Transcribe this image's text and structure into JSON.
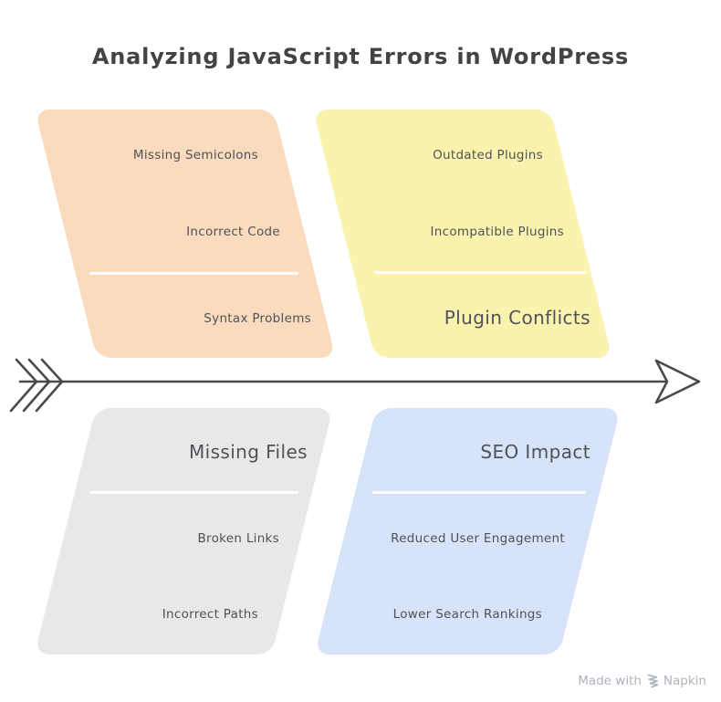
{
  "title": "Analyzing JavaScript Errors in WordPress",
  "colors": {
    "background": "#FFFFFF",
    "branch_top_left": "#FADBBE",
    "branch_top_right": "#FBF2AE",
    "branch_bottom_left": "#E8E8E8",
    "branch_bottom_right": "#D7E3F8",
    "text": "#4F5257",
    "title_text": "#434343",
    "spine_arrow": "#4A4A4A",
    "divider": "#FFFFFF",
    "watermark": "#AEB3BD"
  },
  "quadrants": [
    {
      "position": "top-left",
      "label": "Syntax Problems",
      "items": [
        "Missing Semicolons",
        "Incorrect Code"
      ]
    },
    {
      "position": "top-right",
      "label": "Plugin Conflicts",
      "items": [
        "Outdated Plugins",
        "Incompatible Plugins"
      ]
    },
    {
      "position": "bottom-left",
      "label": "Missing Files",
      "items": [
        "Broken Links",
        "Incorrect Paths"
      ]
    },
    {
      "position": "bottom-right",
      "label": "SEO Impact",
      "items": [
        "Reduced User Engagement",
        "Lower Search Rankings"
      ]
    }
  ],
  "watermark": {
    "prefix": "Made with",
    "brand": "Napkin"
  }
}
